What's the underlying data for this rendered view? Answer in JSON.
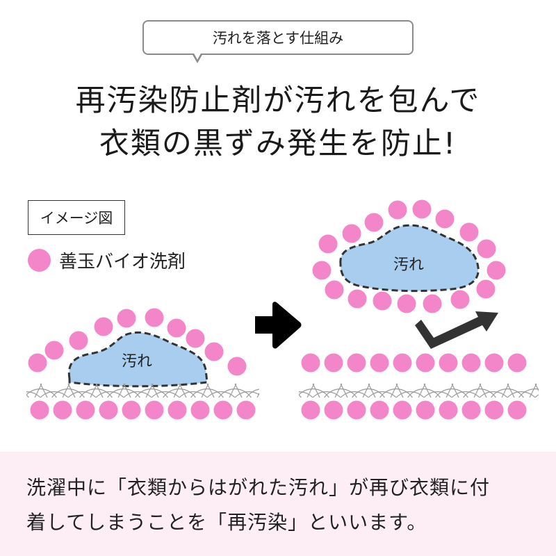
{
  "callout": {
    "text": "汚れを落とす仕組み"
  },
  "headline": {
    "line1": "再汚染防止剤が汚れを包んで",
    "line2": "衣類の黒ずみ発生を防止!"
  },
  "image_label": "イメージ図",
  "legend": {
    "label": "善玉バイオ洗剤",
    "color": "#f386c9"
  },
  "diagram": {
    "dirt_label_before": "汚れ",
    "dirt_label_after": "汚れ",
    "colors": {
      "detergent": "#f386c9",
      "dirt_fill": "#a9cdee",
      "dirt_outline": "#333333",
      "fabric_lines": "#999999",
      "arrow": "#000000",
      "lift_arrow": "#333333"
    }
  },
  "explanation": {
    "line1": "洗濯中に「衣類からはがれた汚れ」が再び衣類に付",
    "line2": "着してしまうことを「再汚染」といいます。"
  },
  "colors": {
    "band_bg": "#fdeef5"
  }
}
